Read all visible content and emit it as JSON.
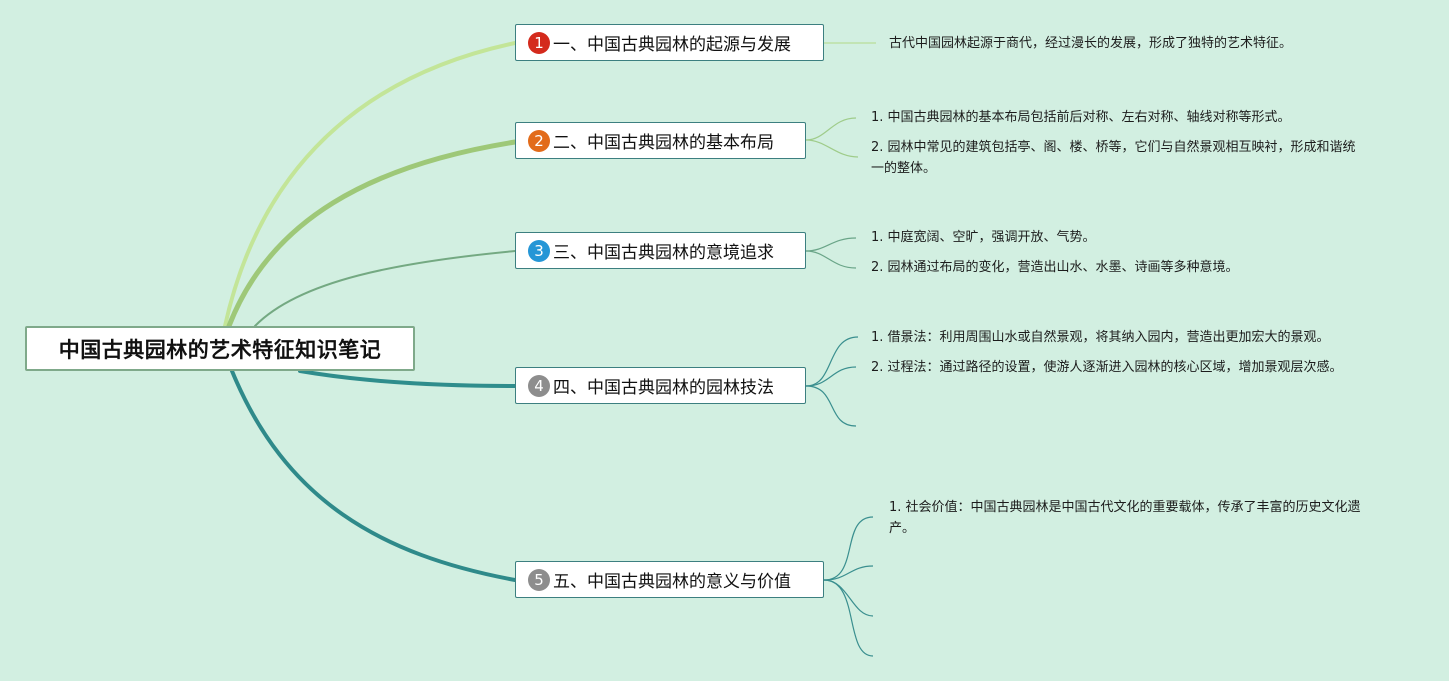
{
  "root": {
    "title": "中国古典园林的艺术特征知识笔记"
  },
  "topics": [
    {
      "number": "1",
      "color": "#d42a1c",
      "label": "一、中国古典园林的起源与发展",
      "notes": [
        "古代中国园林起源于商代，经过漫长的发展，形成了独特的艺术特征。"
      ]
    },
    {
      "number": "2",
      "color": "#e26b1a",
      "label": "二、中国古典园林的基本布局",
      "notes": [
        "1. 中国古典园林的基本布局包括前后对称、左右对称、轴线对称等形式。",
        "2. 园林中常见的建筑包括亭、阁、楼、桥等，它们与自然景观相互映衬，形成和谐统一的整体。"
      ]
    },
    {
      "number": "3",
      "color": "#2596d6",
      "label": "三、中国古典园林的意境追求",
      "notes": [
        "1. 中庭宽阔、空旷，强调开放、气势。",
        "2. 园林通过布局的变化，营造出山水、水墨、诗画等多种意境。"
      ]
    },
    {
      "number": "4",
      "color": "#8d8d8d",
      "label": "四、中国古典园林的园林技法",
      "notes": [
        "1. 借景法：利用周围山水或自然景观，将其纳入园内，营造出更加宏大的景观。",
        "2. 过程法：通过路径的设置，使游人逐渐进入园林的核心区域，增加景观层次感。"
      ]
    },
    {
      "number": "5",
      "color": "#8d8d8d",
      "label": "五、中国古典园林的意义与价值",
      "notes": [
        "1. 社会价值：中国古典园林是中国古代文化的重要载体，传承了丰富的历史文化遗产。"
      ]
    }
  ]
}
